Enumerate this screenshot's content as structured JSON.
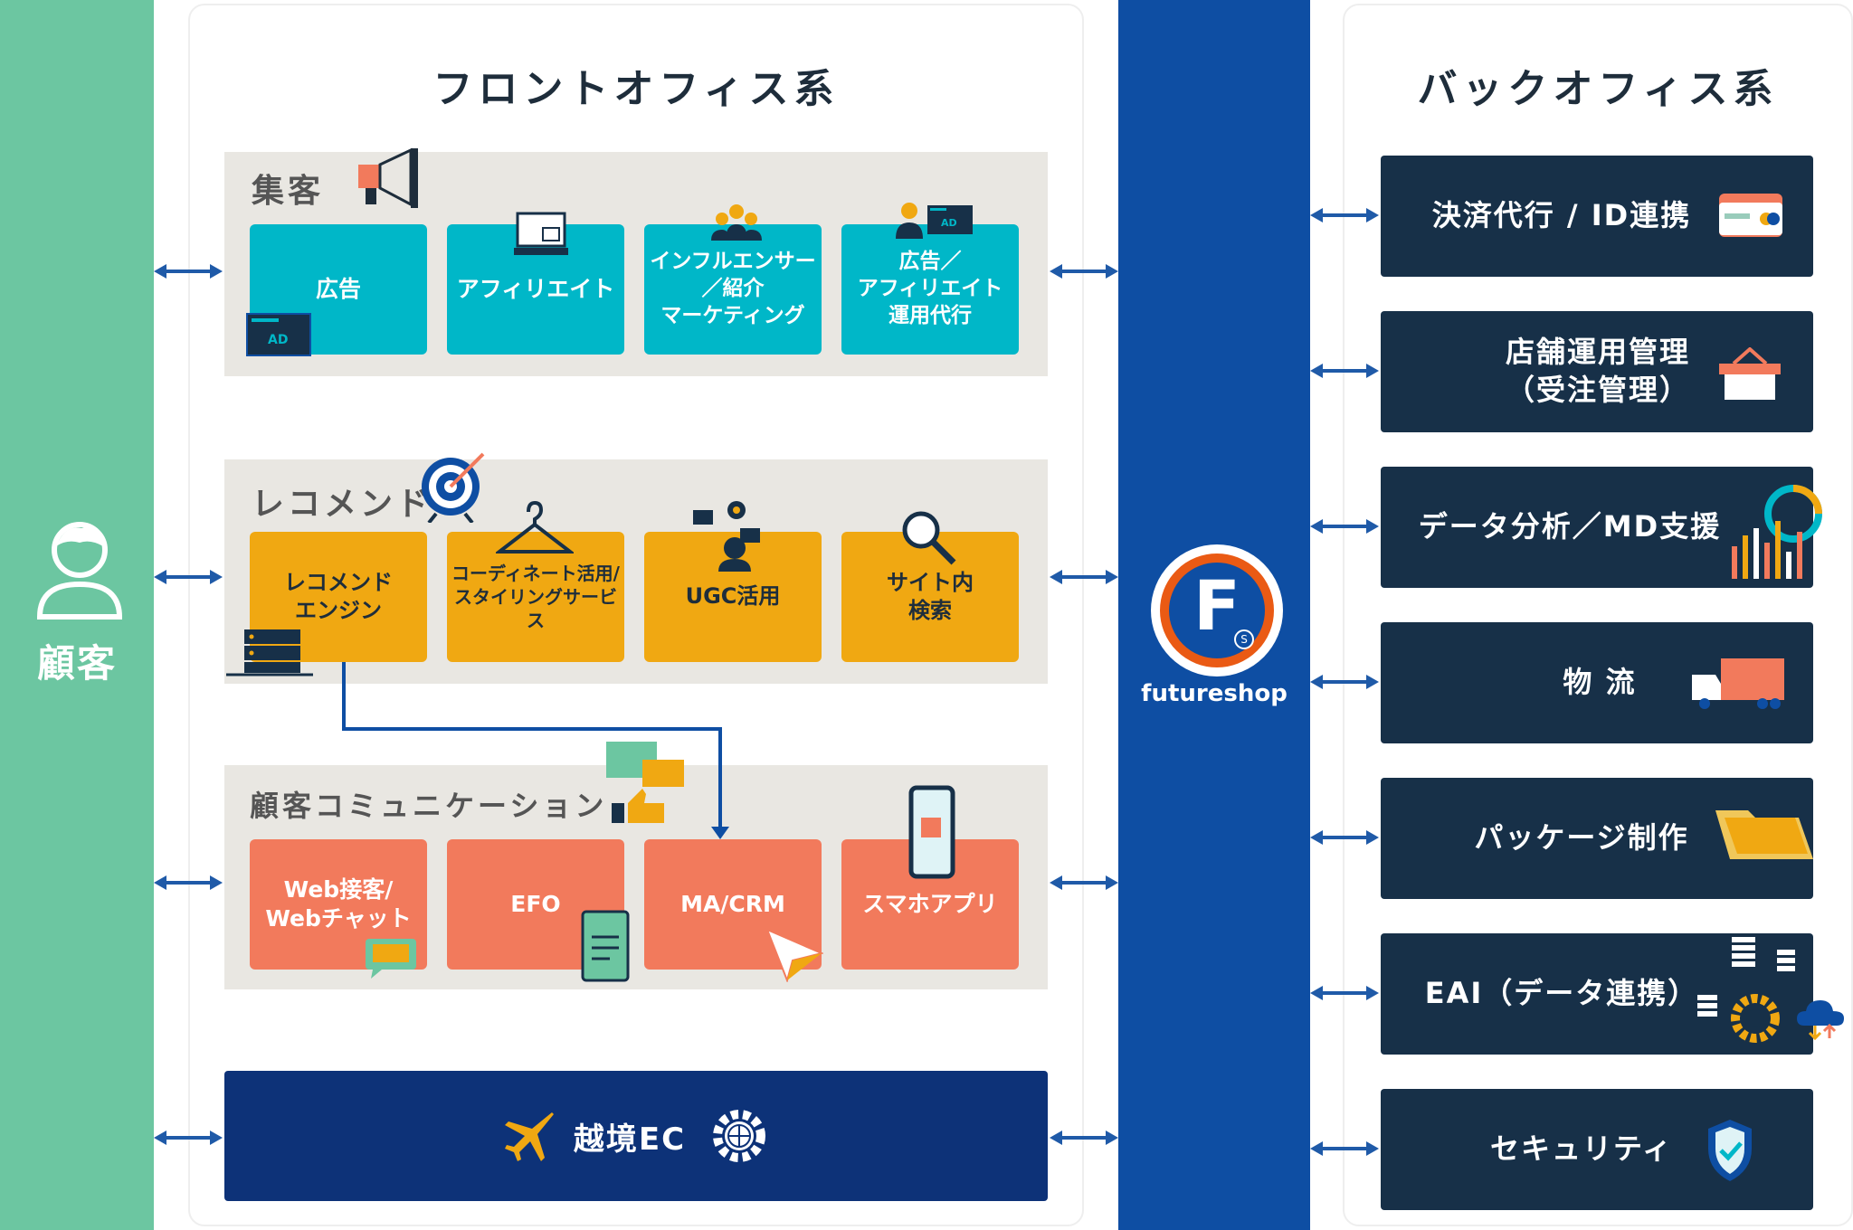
{
  "customer": {
    "label": "顧客"
  },
  "front_office": {
    "title": "フロントオフィス系",
    "groups": [
      {
        "title": "集客",
        "tiles": [
          "広告",
          "アフィリエイト",
          "インフルエンサー\n／紹介\nマーケティング",
          "広告／\nアフィリエイト\n運用代行"
        ]
      },
      {
        "title": "レコメンド",
        "tiles": [
          "レコメンド\nエンジン",
          "コーディネート活用/\nスタイリングサービス",
          "UGC活用",
          "サイト内\n検索"
        ]
      },
      {
        "title": "顧客コミュニケーション",
        "tiles": [
          "Web接客/\nWebチャット",
          "EFO",
          "MA/CRM",
          "スマホアプリ"
        ]
      }
    ],
    "global": "越境EC",
    "icon_labels": {
      "ad_small": "AD",
      "ad_card": "AD"
    }
  },
  "platform": {
    "brand": "futureshop",
    "logo_letter": "F",
    "logo_mark": "S"
  },
  "back_office": {
    "title": "バックオフィス系",
    "items": [
      "決済代行 / ID連携",
      "店舗運用管理\n（受注管理）",
      "データ分析／MD支援",
      "物 流",
      "パッケージ制作",
      "EAI（データ連携）",
      "セキュリティ"
    ]
  },
  "colors": {
    "customer": "#6cc6a1",
    "collect": "#00b7c8",
    "recommend": "#f0a812",
    "communication": "#f27a5c",
    "global": "#0d3278",
    "platform": "#0e4ea3",
    "back_office": "#173048",
    "connector": "#1f5aa8"
  },
  "icons": [
    "person-icon",
    "megaphone-icon",
    "target-icon",
    "chat-icon",
    "airplane-icon",
    "gear-globe-icon",
    "card-icon",
    "basket-icon",
    "chart-icon",
    "truck-icon",
    "package-icon",
    "server-gear-icon",
    "shield-icon"
  ]
}
